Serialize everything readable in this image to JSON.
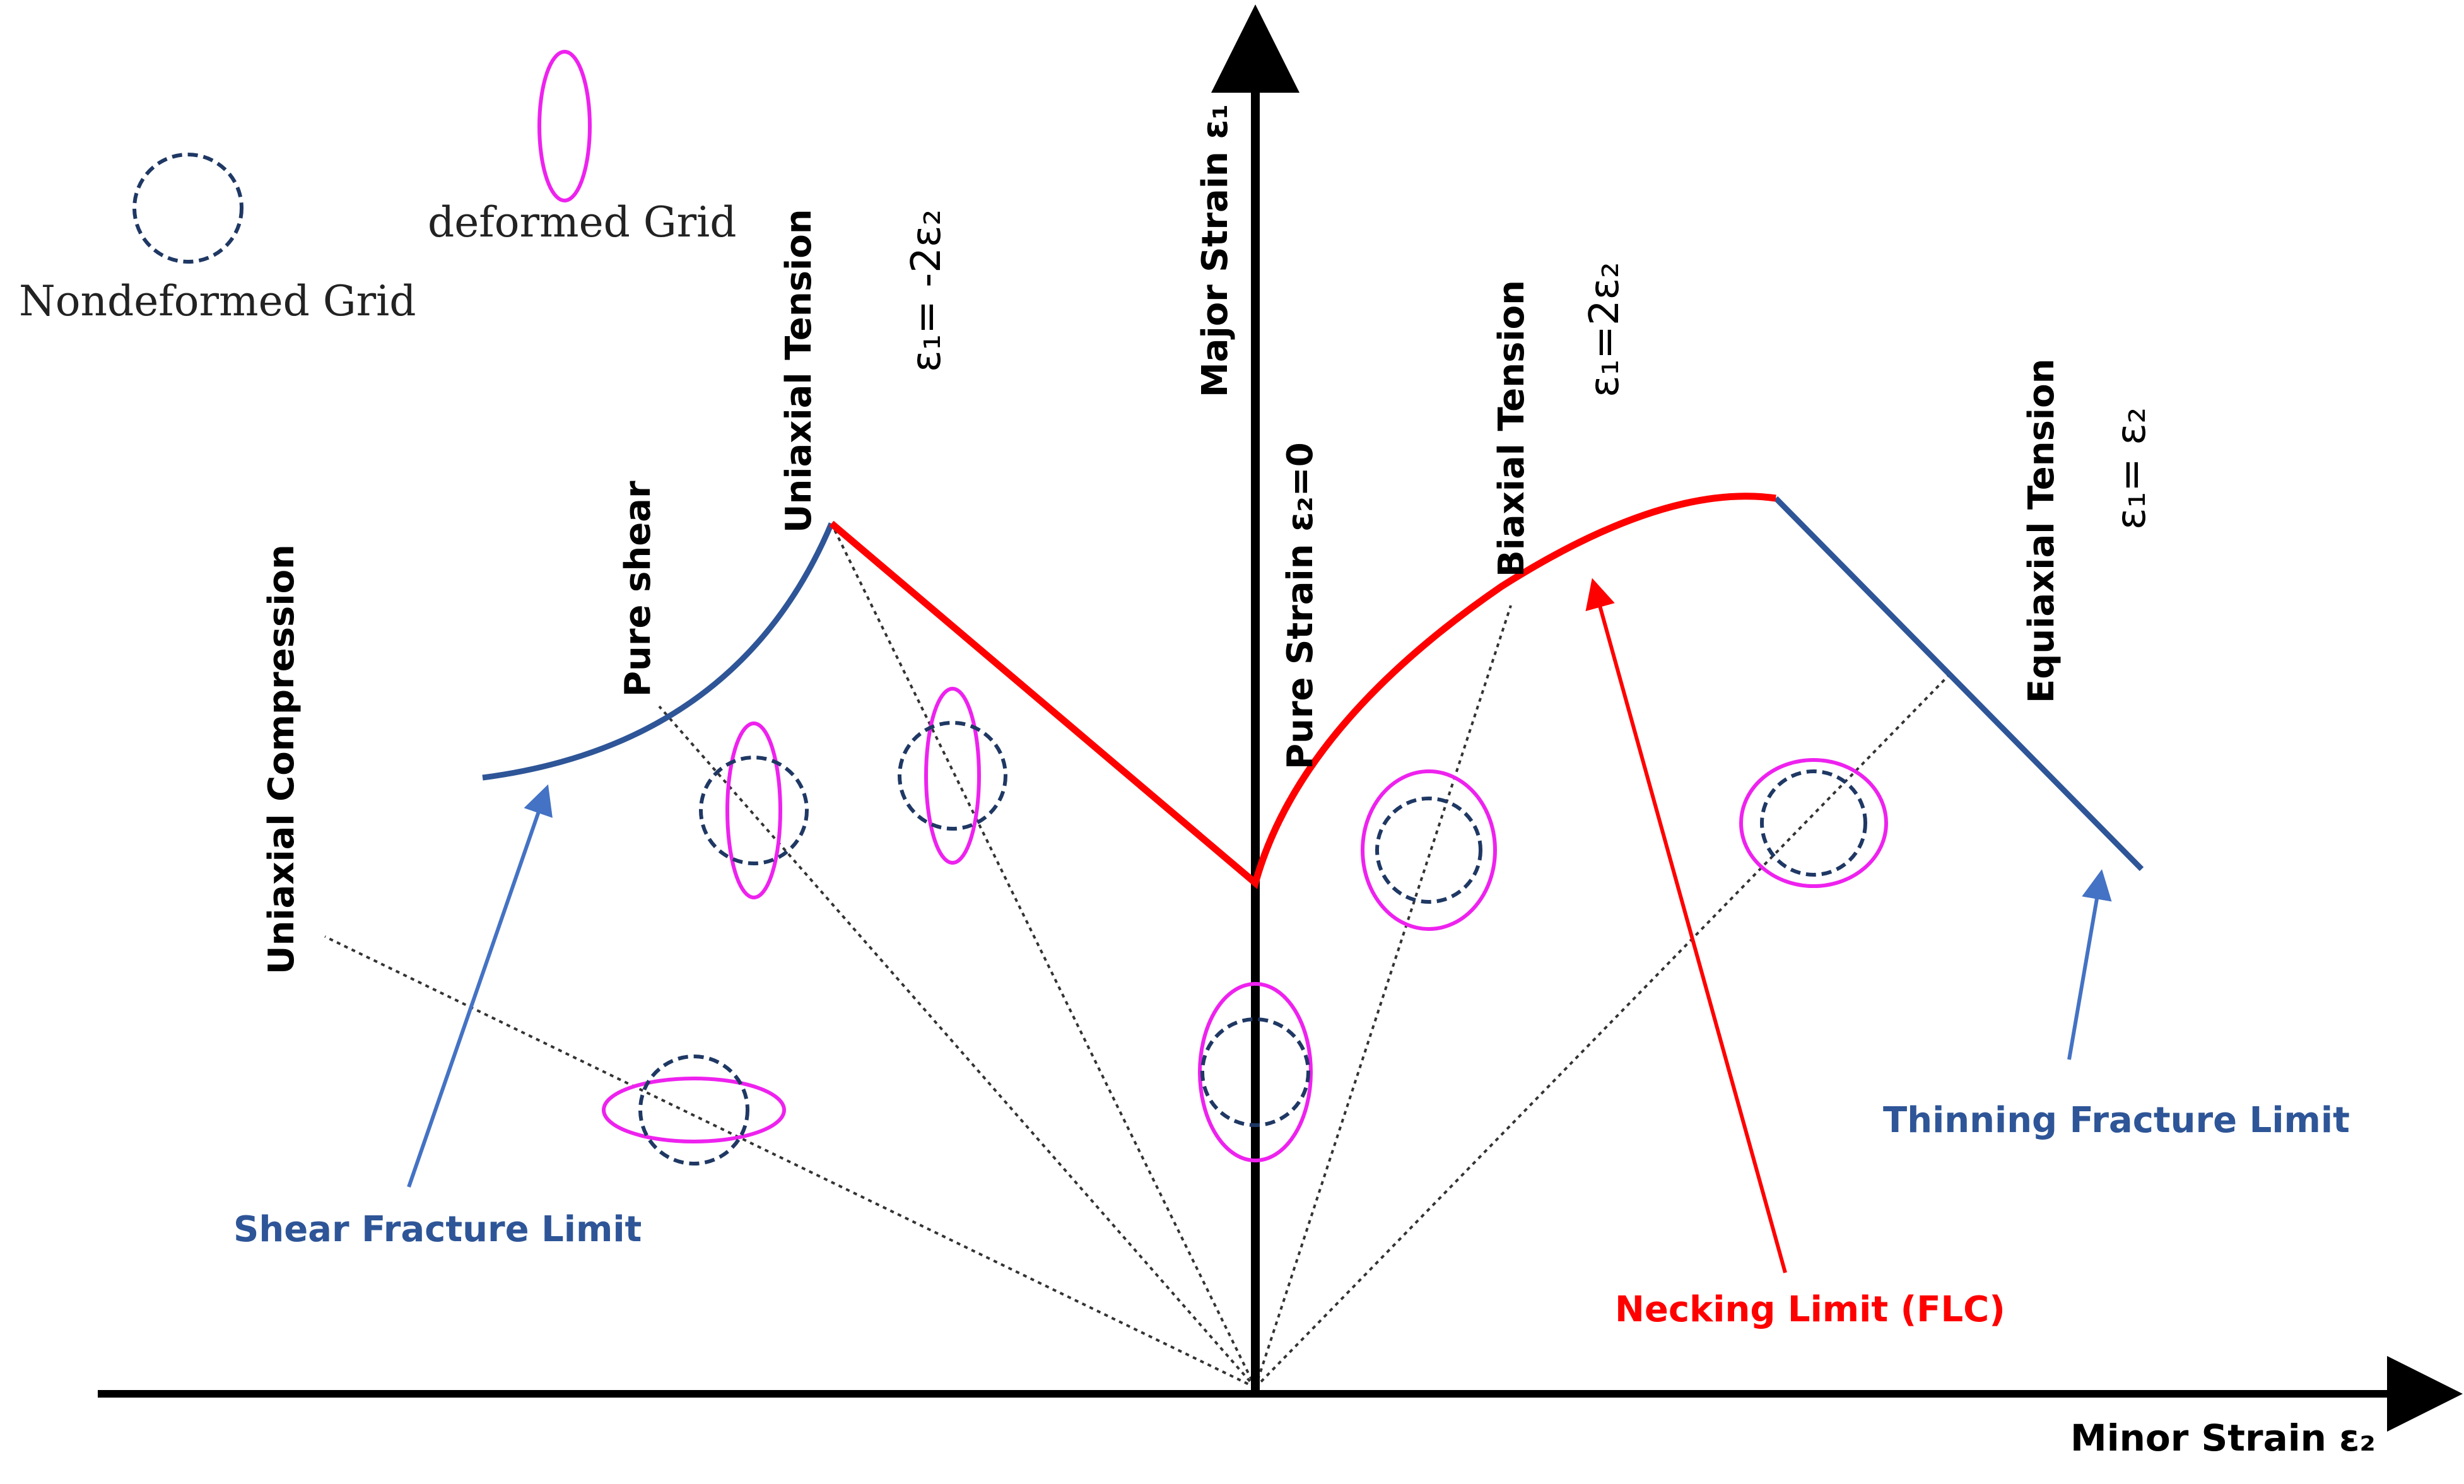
{
  "colors": {
    "necking": "#ff0000",
    "fracture": "#2e5597",
    "deformed_grid": "#ee22ee",
    "nondeformed_grid": "#1f3864",
    "axis": "#000000"
  },
  "legend": {
    "nondeformed": "Nondeformed Grid",
    "deformed": "deformed Grid"
  },
  "axes": {
    "major": "Major Strain ε₁",
    "minor": "Minor Strain ε₂"
  },
  "modes": {
    "uniaxial_compression": "Uniaxial Compression",
    "pure_shear": "Pure shear",
    "uniaxial_tension": "Uniaxial Tension",
    "uniaxial_tension_eq": "ε₁= -2ε₂",
    "pure_strain": "Pure Strain ε₂=0",
    "biaxial_tension": "Biaxial Tension",
    "biaxial_tension_eq": "ε₁=2ε₂",
    "equiaxial_tension": "Equiaxial Tension",
    "equiaxial_tension_eq": "ε₁= ε₂"
  },
  "limits": {
    "shear_fracture": "Shear Fracture Limit",
    "necking": "Necking Limit (FLC)",
    "thinning_fracture": "Thinning Fracture Limit"
  }
}
